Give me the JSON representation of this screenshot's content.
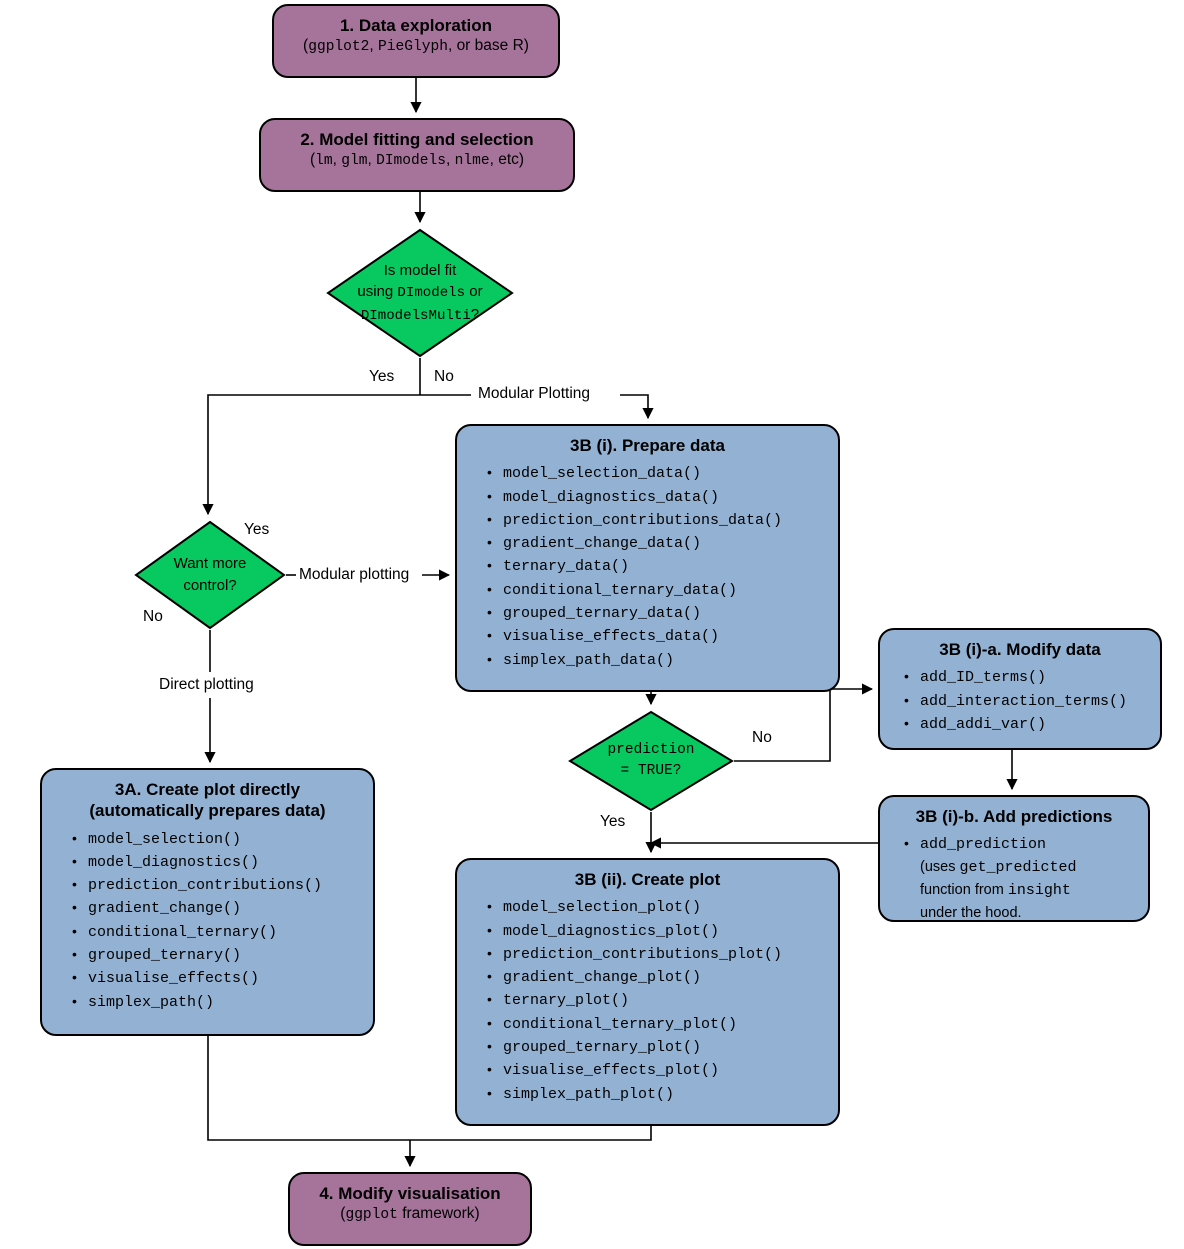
{
  "diagram": {
    "title": "DImodelsVis workflow flowchart",
    "colors": {
      "purple": "#a6749a",
      "blue": "#93b2d3",
      "green": "#07c95f",
      "stroke": "#000000"
    }
  },
  "nodes": {
    "data_exploration": {
      "title": "1. Data exploration",
      "subtitle_parts": [
        "(",
        "ggplot2",
        ", ",
        "PieGlyph",
        ", or base R)"
      ]
    },
    "model_fitting": {
      "title": "2. Model fitting and selection",
      "subtitle_parts": [
        "(",
        "lm",
        ", ",
        "glm",
        ", ",
        "DImodels",
        ", ",
        "nlme",
        ", etc)"
      ]
    },
    "prepare_data": {
      "title": "3B (i). Prepare data",
      "items": [
        "model_selection_data()",
        "model_diagnostics_data()",
        "prediction_contributions_data()",
        "gradient_change_data()",
        "ternary_data()",
        "conditional_ternary_data()",
        "grouped_ternary_data()",
        "visualise_effects_data()",
        "simplex_path_data()"
      ]
    },
    "modify_data": {
      "title": "3B (i)-a. Modify data",
      "items": [
        "add_ID_terms()",
        "add_interaction_terms()",
        "add_addi_var()"
      ]
    },
    "add_predictions": {
      "title": "3B (i)-b. Add predictions",
      "item_line1_mono": "add_prediction",
      "item_line2_a": "(uses ",
      "item_line2_mono": "get_predicted",
      "item_line3_a": "function from ",
      "item_line3_mono": "insight",
      "item_line4": "under the hood."
    },
    "create_direct": {
      "title_line1": "3A. Create plot directly",
      "title_line2": "(automatically prepares data)",
      "items": [
        "model_selection()",
        "model_diagnostics()",
        "prediction_contributions()",
        "gradient_change()",
        "conditional_ternary()",
        "grouped_ternary()",
        "visualise_effects()",
        "simplex_path()"
      ]
    },
    "create_plot": {
      "title": "3B (ii). Create plot",
      "items": [
        "model_selection_plot()",
        "model_diagnostics_plot()",
        "prediction_contributions_plot()",
        "gradient_change_plot()",
        "ternary_plot()",
        "conditional_ternary_plot()",
        "grouped_ternary_plot()",
        "visualise_effects_plot()",
        "simplex_path_plot()"
      ]
    },
    "modify_vis": {
      "title": "4. Modify visualisation",
      "subtitle_parts": [
        "(",
        "ggplot",
        " framework)"
      ]
    }
  },
  "decisions": {
    "model_fit": {
      "line1": "Is model fit",
      "line2_a": "using ",
      "line2_mono": "DImodels",
      "line2_b": " or",
      "line3_mono": "DImodelsMulti",
      "line3_b": "?"
    },
    "want_control": {
      "line1": "Want more",
      "line2": "control?"
    },
    "prediction": {
      "line1_mono": "prediction",
      "line2_mono": "= TRUE?"
    }
  },
  "edge_labels": {
    "model_fit_yes": "Yes",
    "model_fit_no": "No",
    "modular_plotting_top": "Modular Plotting",
    "want_control_yes": "Yes",
    "want_control_no": "No",
    "modular_plotting_side": "Modular plotting",
    "direct_plotting": "Direct plotting",
    "prediction_no": "No",
    "prediction_yes": "Yes"
  }
}
